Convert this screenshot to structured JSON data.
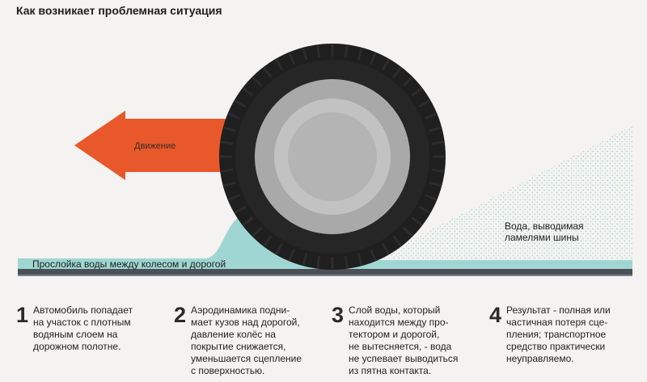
{
  "title": "Как возникает проблемная ситуация",
  "labels": {
    "movement": "Движение",
    "water_layer": "Прослойка воды между колесом и дорогой",
    "drained_water_line1": "Вода, выводимая",
    "drained_water_line2": "ламелями шины"
  },
  "steps": [
    {
      "number": "1",
      "text": "Автомобиль попадает\nна участок с плотным\nводяным слоем на\nдорожном полотне."
    },
    {
      "number": "2",
      "text": "Аэродинамика подни-\nмает кузов над дорогой,\nдавление колёс на\nпокрытие снижается,\nуменьшается сцепление\nс поверхностью."
    },
    {
      "number": "3",
      "text": "Слой воды, который\nнаходится между про-\nтектором и дорогой,\nне вытесняется, - вода\nне успевает выводиться\nиз пятна контакта."
    },
    {
      "number": "4",
      "text": "Результат - полная или\nчастичная потеря сце-\nпления; транспортное\nсредство практически\nнеуправляемо."
    }
  ],
  "colors": {
    "arrow": "#e8582a",
    "water": "#9fd6d2",
    "tire": "#1f1f1f",
    "rim": "#a9a9a9",
    "road": "#4b5058"
  }
}
